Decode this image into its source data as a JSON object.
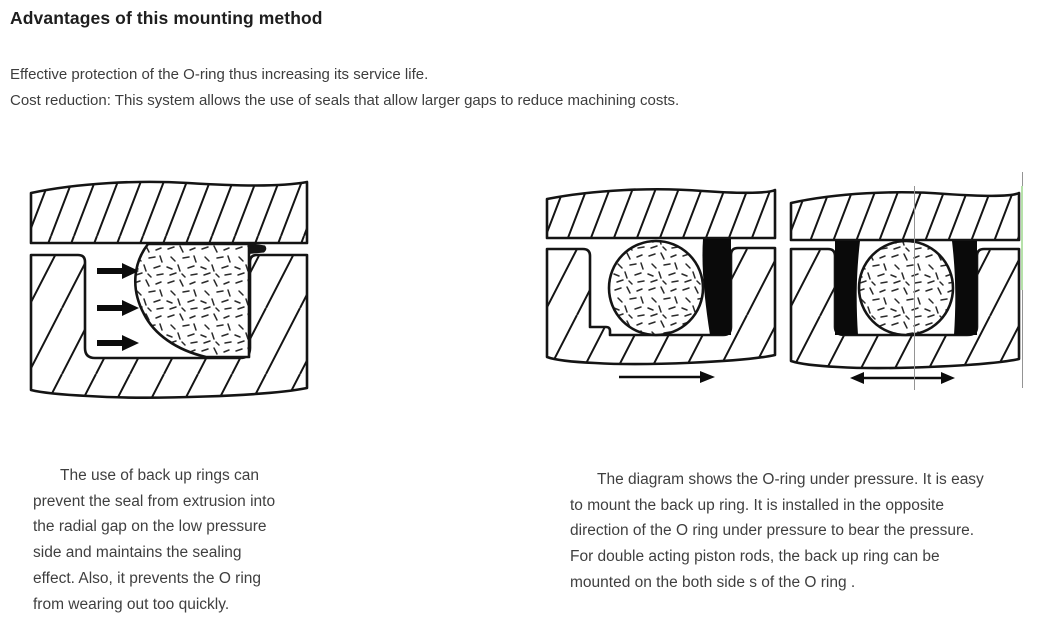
{
  "page": {
    "heading": "Advantages of this mounting method",
    "intro_lines": [
      "Effective protection of the O-ring thus increasing its service life.",
      "Cost reduction: This system allows the use of seals that allow larger gaps to reduce machining costs."
    ]
  },
  "figures": {
    "left_diagram": "o-ring-extrusion-under-pressure",
    "middle_diagram": "o-ring-with-single-backup-ring",
    "right_diagram": "o-ring-with-backup-rings-both-sides"
  },
  "captions": {
    "left_lines": [
      "The use of back up rings can",
      "prevent the seal from extrusion into",
      "the radial gap on the low pressure",
      "side and maintains the sealing",
      "effect. Also, it prevents the O ring",
      "from wearing out too quickly."
    ],
    "right_lines": [
      "The diagram shows the O-ring under pressure. It is easy",
      "to mount the back up ring. It is installed in the opposite",
      "direction of the O ring under pressure to bear the pressure.",
      "For double acting piston rods, the back up ring can be",
      "mounted on the both side s of the O ring ."
    ]
  },
  "colors": {
    "heading_text": "#1e1e1e",
    "body_text": "#3d3d3d",
    "diagram_line": "#141414",
    "backup_ring_fill": "#0a0a0a",
    "artifact_line_gray": "#949494",
    "artifact_line_green": "#b6e2aa"
  }
}
